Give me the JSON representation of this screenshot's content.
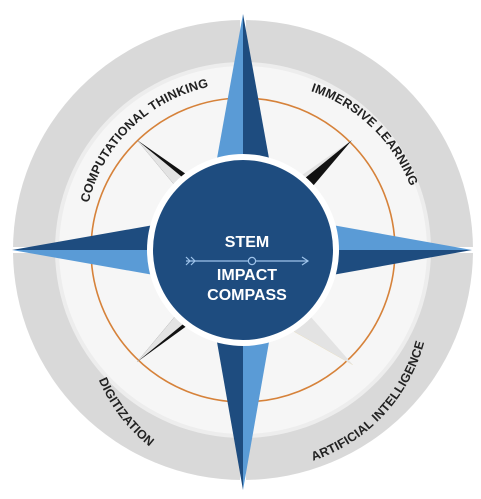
{
  "center": {
    "line1": "STEM",
    "line2": "IMPACT",
    "line3": "COMPASS"
  },
  "ring_labels": {
    "top_left": "COMPUTATIONAL THINKING",
    "top_right": "IMMERSIVE LEARNING",
    "bottom_left": "DIGITIZATION",
    "bottom_right": "ARTIFICIAL INTELLIGENCE"
  },
  "colors": {
    "ring": "#d9d9d9",
    "inner_ring": "#e9e9e9",
    "orange_ring": "#d6823a",
    "navy": "#1e4c7f",
    "light_blue": "#5a9bd6",
    "black": "#111111",
    "grey": "#e3e3e3",
    "yellow": "#f3c13a",
    "text_dark": "#222222",
    "text_light": "#ffffff"
  }
}
